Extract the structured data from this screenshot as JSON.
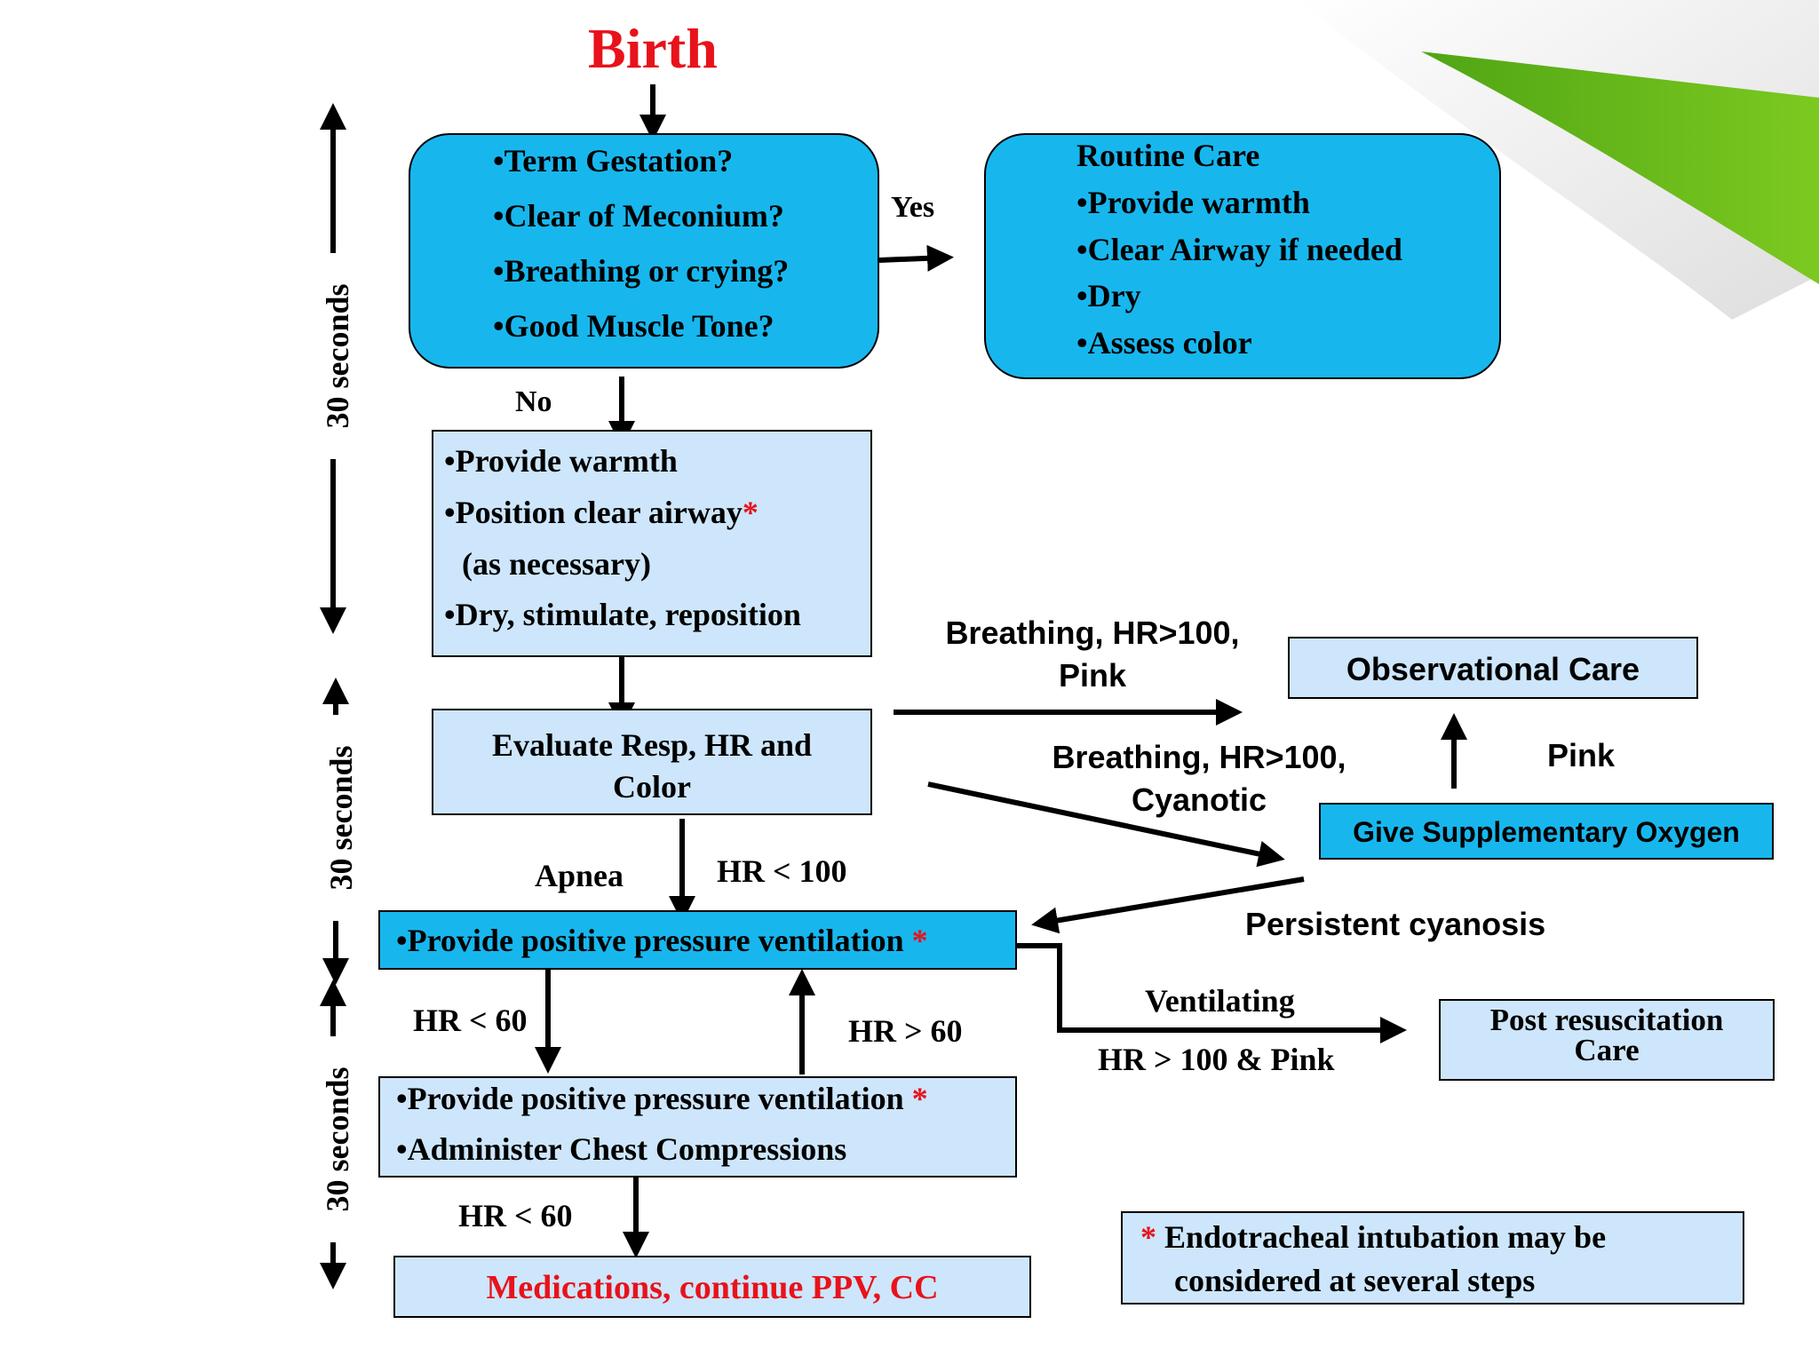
{
  "title": "Birth",
  "start_box": {
    "items": [
      "•Term Gestation?",
      "•Clear of Meconium?",
      "•Breathing or crying?",
      "•Good Muscle Tone?"
    ]
  },
  "yes_label": "Yes",
  "no_label": "No",
  "routine_box": {
    "heading": "Routine Care",
    "items": [
      "•Provide warmth",
      "•Clear Airway if needed",
      "•Dry",
      "•Assess color"
    ]
  },
  "initial_steps_box": {
    "items": [
      "•Provide warmth",
      "•Position clear airway",
      "(as necessary)",
      "•Dry, stimulate, reposition"
    ],
    "star": "*"
  },
  "evaluate_box": {
    "line1": "Evaluate Resp, HR and",
    "line2": "Color"
  },
  "observational_box": {
    "label": "Observational Care"
  },
  "oxygen_box": {
    "label": "Give Supplementary Oxygen"
  },
  "ppv_box": {
    "label": "•Provide positive pressure ventilation",
    "star": "*"
  },
  "ppv_cc_box": {
    "line1": "•Provide positive pressure ventilation",
    "star": "*",
    "line2": "•Administer Chest Compressions"
  },
  "meds_box": {
    "label": "Medications, continue PPV, CC"
  },
  "post_box": {
    "line1": "Post resuscitation",
    "line2": "Care"
  },
  "note_box": {
    "star": "*",
    "line1": "Endotracheal intubation may be",
    "line2": "considered at several steps"
  },
  "edge_labels": {
    "breathing_pink_1": "Breathing, HR>100,",
    "breathing_pink_2": "Pink",
    "breathing_cyan_1": "Breathing, HR>100,",
    "breathing_cyan_2": "Cyanotic",
    "pink": "Pink",
    "persistent": "Persistent cyanosis",
    "apnea": "Apnea",
    "hr_lt_100": "HR < 100",
    "hr_lt_60_a": "HR < 60",
    "hr_gt_60": "HR > 60",
    "hr_lt_60_b": "HR < 60",
    "ventilating": "Ventilating",
    "hr_ge_100_pink": "HR > 100 & Pink"
  },
  "timeline": {
    "label_1": "30 seconds",
    "label_2": "30 seconds",
    "label_3": "30 seconds"
  }
}
